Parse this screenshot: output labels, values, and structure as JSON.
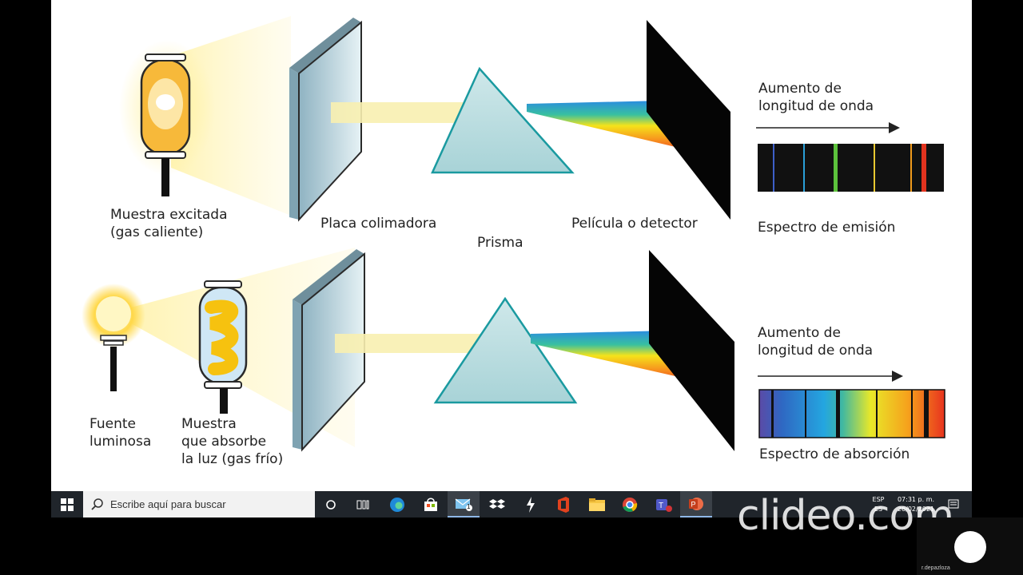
{
  "slide": {
    "top": {
      "sample_label": [
        "Muestra excitada",
        "(gas caliente)"
      ],
      "plate_label": "Placa colimadora",
      "prism_label": "Prisma",
      "film_label": "Película o detector",
      "wavelength_label": [
        "Aumento de",
        "longitud de onda"
      ],
      "spectrum_label": "Espectro de emisión"
    },
    "bottom": {
      "source_label": [
        "Fuente",
        "luminosa"
      ],
      "sample_label": [
        "Muestra",
        "que absorbe",
        "la luz (gas frío)"
      ],
      "wavelength_label": [
        "Aumento de",
        "longitud de onda"
      ],
      "spectrum_label": "Espectro de absorción"
    }
  },
  "taskbar": {
    "search_placeholder": "Escribe aquí para buscar",
    "mail_badge": "1",
    "language": [
      "ESP",
      "ES"
    ],
    "time": "07:31 p. m.",
    "date": "26/02/2021"
  },
  "watermark": "clideo.com",
  "user_name": "r.depazloza",
  "icons": [
    "windows-start-icon",
    "search-icon",
    "task-view-icon",
    "timeline-icon",
    "edge-icon",
    "store-icon",
    "mail-icon",
    "dropbox-icon",
    "bolt-icon",
    "office-icon",
    "file-explorer-icon",
    "chrome-icon",
    "teams-icon",
    "powerpoint-icon",
    "notification-icon"
  ]
}
